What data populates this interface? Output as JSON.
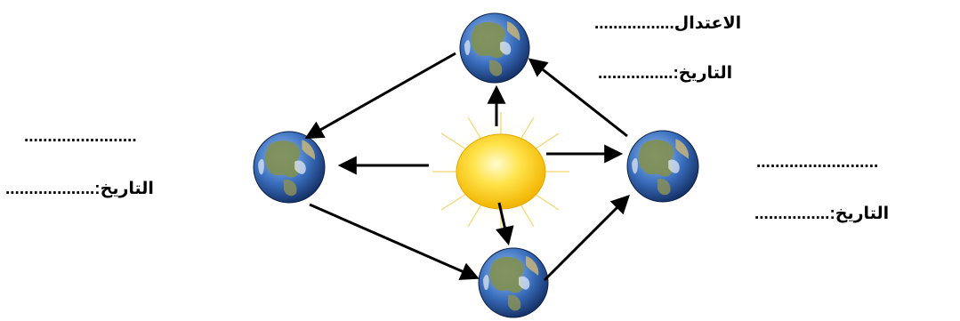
{
  "colors": {
    "arrow": "#000000",
    "sun_core": "#ffd21a",
    "sun_rays": "#f2d060",
    "ocean": "#2f5fae",
    "land": "#7d8f52"
  },
  "icons": {
    "sun": "sun-icon",
    "earth": "earth-globe-icon"
  },
  "labels": {
    "top_equinox": "الاعتدال.................",
    "top_date": "التاريخ:................",
    "left_blank": "........................",
    "left_date": "التاريخ:...................",
    "right_blank": "..........................",
    "right_date": "التاريخ:................"
  }
}
